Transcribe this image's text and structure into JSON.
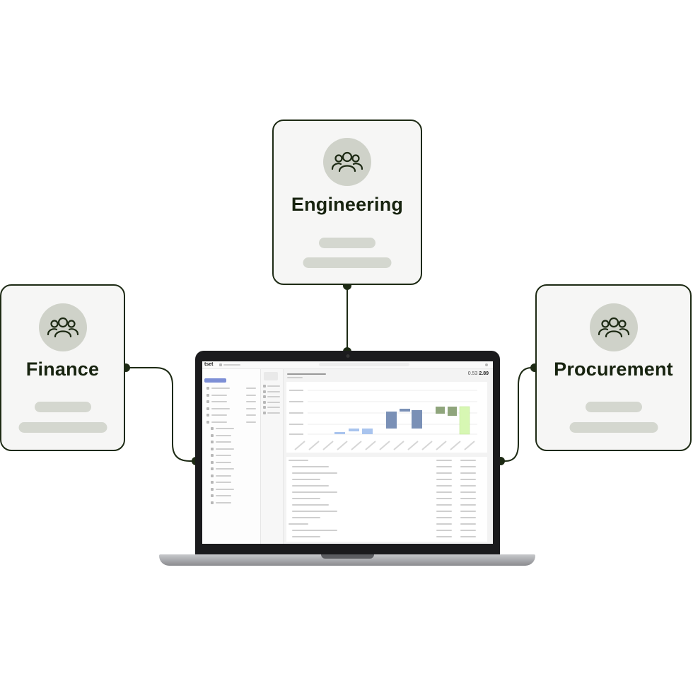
{
  "teams": {
    "engineering": {
      "label": "Engineering",
      "icon": "team-icon"
    },
    "finance": {
      "label": "Finance",
      "icon": "team-icon"
    },
    "procurement": {
      "label": "Procurement",
      "icon": "team-icon"
    }
  },
  "laptop_app": {
    "logo": "tset",
    "metric_primary": "0.53",
    "metric_secondary": "2.89"
  },
  "colors": {
    "stroke": "#1d2a14",
    "card_fill": "#f6f6f5",
    "avatar_fill": "#cfd2c9",
    "pill_fill": "#d4d7cf",
    "bar_blue_dark": "#7a90b6",
    "bar_blue_light": "#a9c4ee",
    "bar_green": "#8fa57c",
    "bar_highlight": "#d7f7b3"
  }
}
